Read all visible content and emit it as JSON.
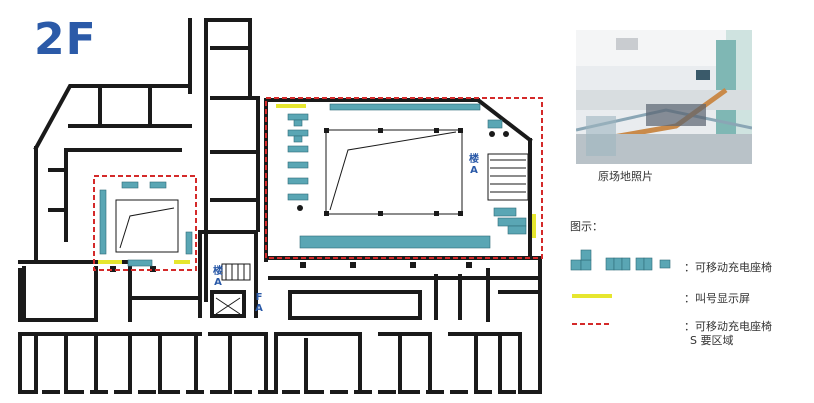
{
  "floor": {
    "title": "2F"
  },
  "photo": {
    "caption": "原场地照片"
  },
  "legend": {
    "title": "图示：",
    "items": [
      {
        "key": "seat",
        "label": "：可移动充电座椅",
        "color": "#5aa6b4"
      },
      {
        "key": "screen",
        "label": "：叫号显示屏",
        "color": "#e6e62e"
      },
      {
        "key": "zone",
        "label_line1": "：可移动充电座椅",
        "label_line2": "S  要区域",
        "color": "#d42a2a"
      }
    ]
  },
  "stairs": [
    {
      "id": "stair-a-right",
      "text_line1": "楼",
      "text_line2": "A"
    },
    {
      "id": "stair-a-left",
      "text_line1": "楼",
      "text_line2": "A"
    },
    {
      "id": "stair-fa",
      "text_line1": "F",
      "text_line2": "A"
    }
  ],
  "colors": {
    "wall": "#1a1a1a",
    "seat": "#5aa6b4",
    "screen": "#e6e62e",
    "zone": "#d42a2a",
    "title": "#2b5aa8"
  }
}
